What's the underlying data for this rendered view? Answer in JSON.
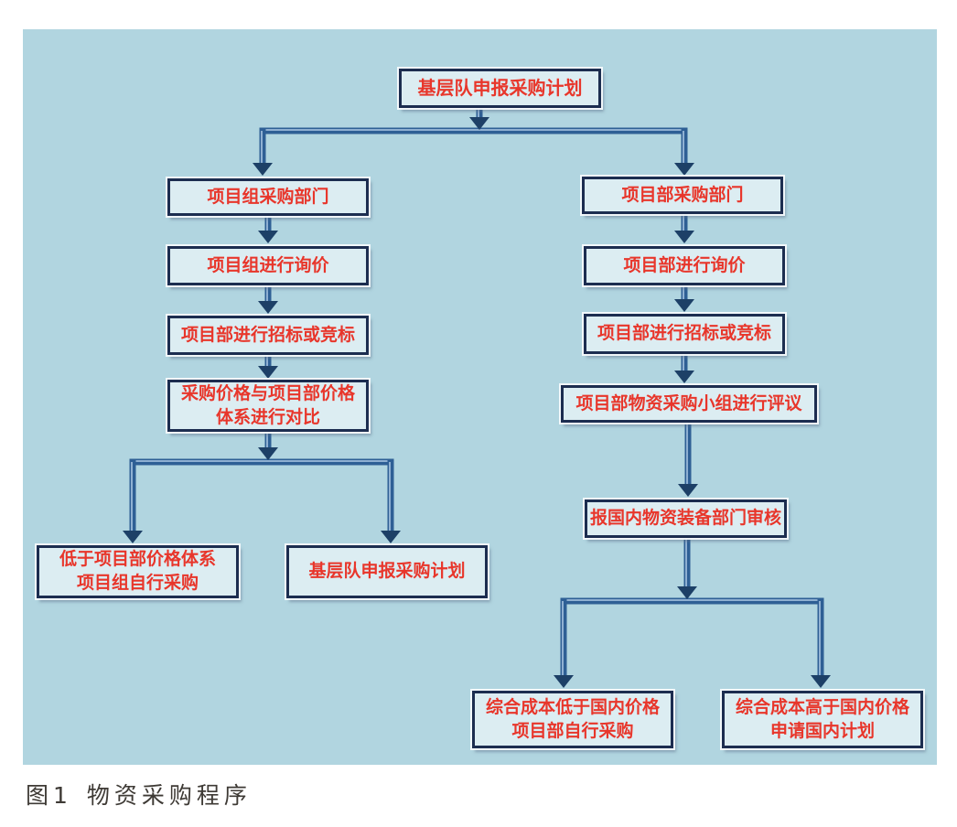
{
  "figure": {
    "number": "图1",
    "title": "物资采购程序"
  },
  "colors": {
    "page_bg": "#ffffff",
    "panel_bg": "#b1d5e0",
    "node_fill": "#dcedf2",
    "node_border": "#1c2d50",
    "node_text": "#e8362b",
    "arrow_main": "#2e5f95",
    "arrow_highlight": "#8fb0d2",
    "arrowhead": "#1d4067",
    "caption_text": "#3e3a35"
  },
  "diagram": {
    "type": "flowchart",
    "nodes": [
      {
        "id": "start",
        "label": "基层队申报采购计划"
      },
      {
        "id": "left-purchasing-dept",
        "label": "项目组采购部门"
      },
      {
        "id": "left-inquiry",
        "label": "项目组进行询价"
      },
      {
        "id": "left-bidding",
        "label": "项目部进行招标或竞标"
      },
      {
        "id": "left-price-compare",
        "label": "采购价格与项目部价格\n体系进行对比"
      },
      {
        "id": "left-self-purchase",
        "label": "低于项目部价格体系\n项目组自行采购"
      },
      {
        "id": "left-report-plan",
        "label": "基层队申报采购计划"
      },
      {
        "id": "right-purchasing-dept",
        "label": "项目部采购部门"
      },
      {
        "id": "right-inquiry",
        "label": "项目部进行询价"
      },
      {
        "id": "right-bidding",
        "label": "项目部进行招标或竞标"
      },
      {
        "id": "right-review-group",
        "label": "项目部物资采购小组进行评议"
      },
      {
        "id": "right-domestic-audit",
        "label": "报国内物资装备部门审核"
      },
      {
        "id": "right-cost-lower",
        "label": "综合成本低于国内价格\n项目部自行采购"
      },
      {
        "id": "right-cost-higher",
        "label": "综合成本高于国内价格\n申请国内计划"
      }
    ],
    "edges": [
      {
        "from": "start",
        "to": "left-purchasing-dept"
      },
      {
        "from": "start",
        "to": "right-purchasing-dept"
      },
      {
        "from": "left-purchasing-dept",
        "to": "left-inquiry"
      },
      {
        "from": "left-inquiry",
        "to": "left-bidding"
      },
      {
        "from": "left-bidding",
        "to": "left-price-compare"
      },
      {
        "from": "left-price-compare",
        "to": "left-self-purchase"
      },
      {
        "from": "left-price-compare",
        "to": "left-report-plan"
      },
      {
        "from": "right-purchasing-dept",
        "to": "right-inquiry"
      },
      {
        "from": "right-inquiry",
        "to": "right-bidding"
      },
      {
        "from": "right-bidding",
        "to": "right-review-group"
      },
      {
        "from": "right-review-group",
        "to": "right-domestic-audit"
      },
      {
        "from": "right-domestic-audit",
        "to": "right-cost-lower"
      },
      {
        "from": "right-domestic-audit",
        "to": "right-cost-higher"
      }
    ]
  }
}
